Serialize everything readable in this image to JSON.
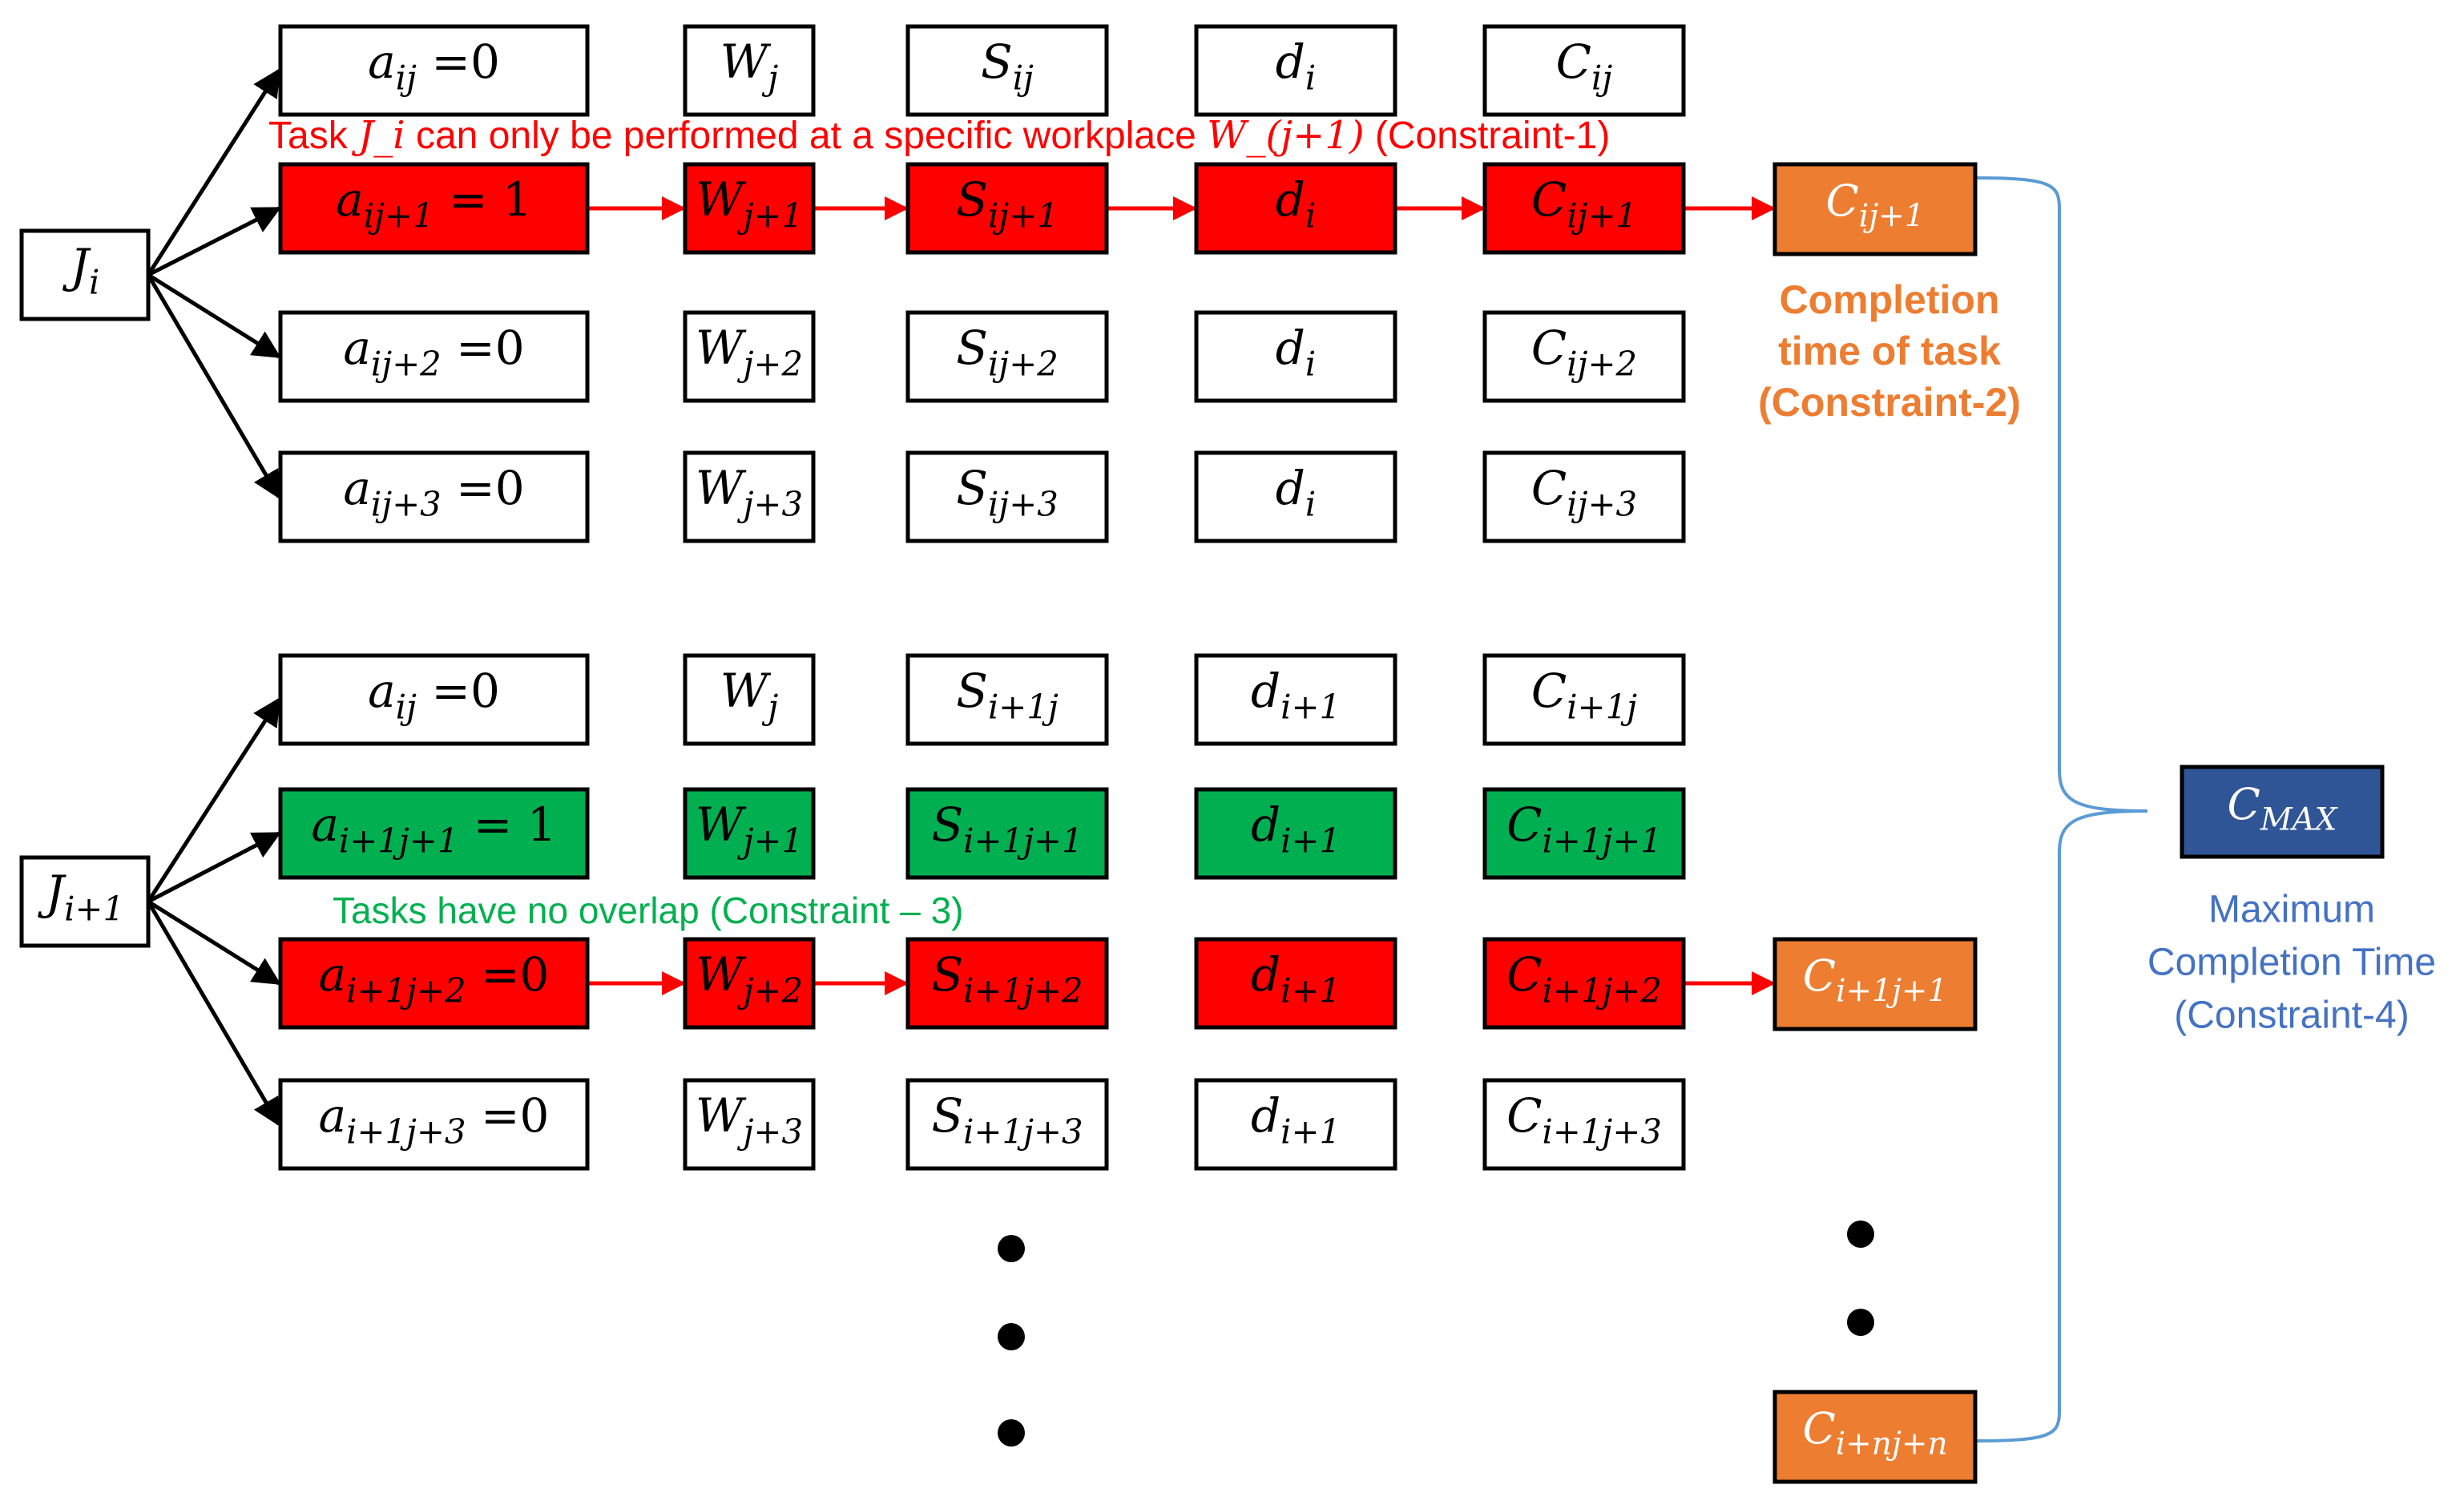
{
  "colors": {
    "box_fill": "#ffffff",
    "box_stroke": "#000000",
    "red": "#ff0000",
    "green": "#00b050",
    "orange": "#ed7d31",
    "navy": "#2f5597",
    "blue_text": "#4472c4",
    "bracket": "#5b9bd5",
    "note_red": "#ff0000",
    "note_green": "#00b050",
    "note_orange": "#ed7d31"
  },
  "jobs": {
    "job_i": {
      "base": "J",
      "sub": "i"
    },
    "job_i1": {
      "base": "J",
      "sub": "i+1"
    }
  },
  "group1": [
    {
      "a": {
        "base": "a",
        "sub": "ij",
        "tail": " =0"
      },
      "w": {
        "base": "W",
        "sub": "j"
      },
      "s": {
        "base": "S",
        "sub": "ij"
      },
      "d": {
        "base": "d",
        "sub": "i"
      },
      "c": {
        "base": "C",
        "sub": "ij"
      }
    },
    {
      "a": {
        "base": "a",
        "sub": "ij+1",
        "tail": " = 1"
      },
      "w": {
        "base": "W",
        "sub": "j+1"
      },
      "s": {
        "base": "S",
        "sub": "ij+1"
      },
      "d": {
        "base": "d",
        "sub": "i"
      },
      "c": {
        "base": "C",
        "sub": "ij+1"
      }
    },
    {
      "a": {
        "base": "a",
        "sub": "ij+2",
        "tail": " =0"
      },
      "w": {
        "base": "W",
        "sub": "j+2"
      },
      "s": {
        "base": "S",
        "sub": "ij+2"
      },
      "d": {
        "base": "d",
        "sub": "i"
      },
      "c": {
        "base": "C",
        "sub": "ij+2"
      }
    },
    {
      "a": {
        "base": "a",
        "sub": "ij+3",
        "tail": " =0"
      },
      "w": {
        "base": "W",
        "sub": "j+3"
      },
      "s": {
        "base": "S",
        "sub": "ij+3"
      },
      "d": {
        "base": "d",
        "sub": "i"
      },
      "c": {
        "base": "C",
        "sub": "ij+3"
      }
    }
  ],
  "group2": [
    {
      "a": {
        "base": "a",
        "sub": "ij",
        "tail": " =0"
      },
      "w": {
        "base": "W",
        "sub": "j"
      },
      "s": {
        "base": "S",
        "sub": "i+1j"
      },
      "d": {
        "base": "d",
        "sub": "i+1"
      },
      "c": {
        "base": "C",
        "sub": "i+1j"
      }
    },
    {
      "a": {
        "base": "a",
        "sub": "i+1j+1",
        "tail": " = 1"
      },
      "w": {
        "base": "W",
        "sub": "j+1"
      },
      "s": {
        "base": "S",
        "sub": "i+1j+1"
      },
      "d": {
        "base": "d",
        "sub": "i+1"
      },
      "c": {
        "base": "C",
        "sub": "i+1j+1"
      }
    },
    {
      "a": {
        "base": "a",
        "sub": "i+1j+2",
        "tail": " =0"
      },
      "w": {
        "base": "W",
        "sub": "j+2"
      },
      "s": {
        "base": "S",
        "sub": "i+1j+2"
      },
      "d": {
        "base": "d",
        "sub": "i+1"
      },
      "c": {
        "base": "C",
        "sub": "i+1j+2"
      }
    },
    {
      "a": {
        "base": "a",
        "sub": "i+1j+3",
        "tail": " =0"
      },
      "w": {
        "base": "W",
        "sub": "j+3"
      },
      "s": {
        "base": "S",
        "sub": "i+1j+3"
      },
      "d": {
        "base": "d",
        "sub": "i+1"
      },
      "c": {
        "base": "C",
        "sub": "i+1j+3"
      }
    }
  ],
  "completion": {
    "top": {
      "base": "C",
      "sub": "ij+1"
    },
    "mid": {
      "base": "C",
      "sub": "i+1j+1"
    },
    "bottom": {
      "base": "C",
      "sub": "i+nj+n"
    },
    "label": [
      "Completion",
      "time of task",
      "(Constraint-2)"
    ]
  },
  "cmax": {
    "base": "C",
    "sub": "MAX",
    "label": [
      "Maximum",
      "Completion  Time",
      "(Constraint-4)"
    ]
  },
  "notes": {
    "constraint1": {
      "pre": "Task ",
      "math": "J_i",
      "mid": "  can  only  be  performed  at  a  specific  workplace  ",
      "math2": "W_(j+1)",
      "post": " (Constraint-1)"
    },
    "constraint3": "Tasks  have  no  overlap  (Constraint – 3)"
  }
}
